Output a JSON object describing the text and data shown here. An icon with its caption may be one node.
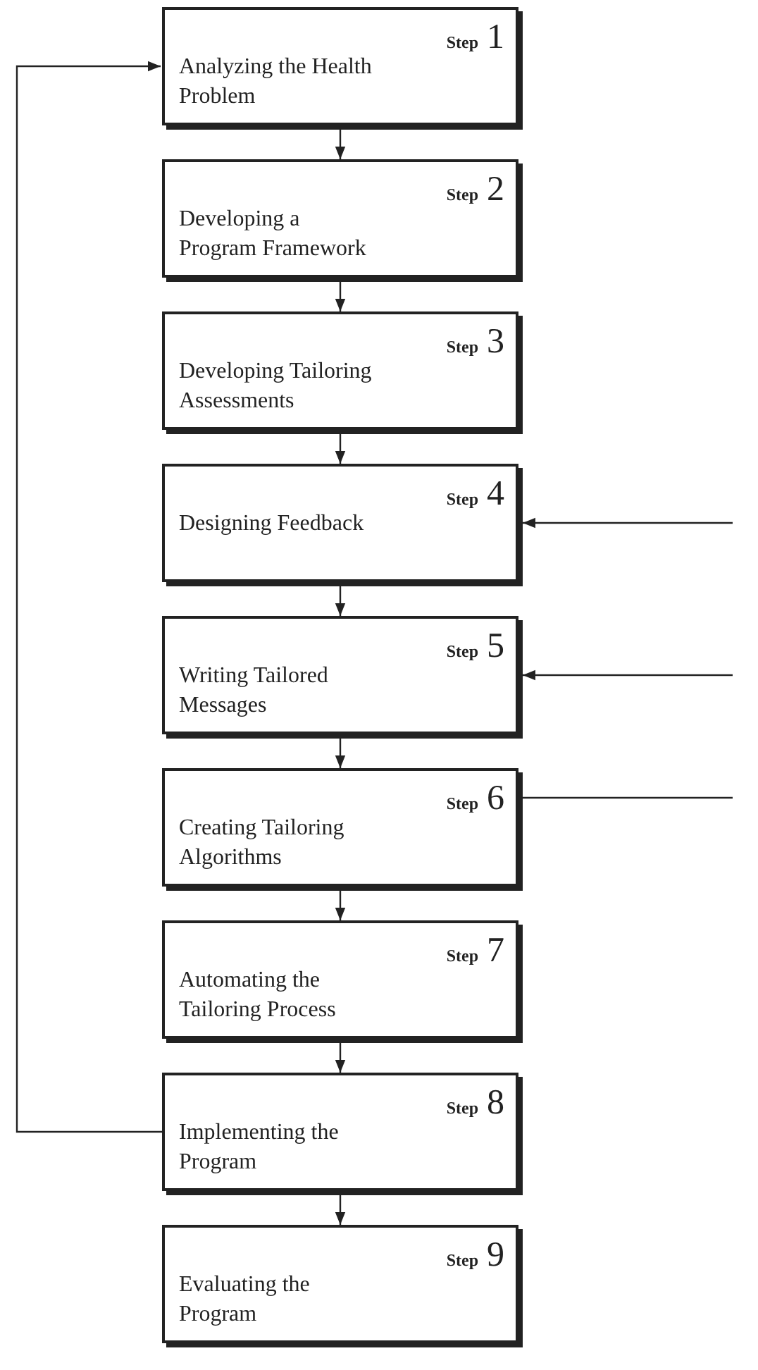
{
  "diagram": {
    "nodes": [
      {
        "text": [
          "Analyzing the Health Problem",
          "Step 1"
        ]
      },
      {
        "text": [
          "Developing a Program Framework",
          "Step 2"
        ]
      },
      {
        "text": [
          "Developing Tailoring Assessments",
          "Step 3"
        ]
      },
      {
        "text": [
          "Designing Feedback",
          "Step 4"
        ]
      },
      {
        "text": [
          "Writing Tailored Messages",
          "Step 5"
        ]
      },
      {
        "text": [
          "Creating Tailoring Algorithms",
          "Step 6"
        ]
      },
      {
        "text": [
          "Automating the Tailoring Process",
          "Step 7"
        ]
      },
      {
        "text": [
          "Implementing the Program",
          "Step 8"
        ]
      },
      {
        "text": [
          "Evaluating the Program",
          "Step 9"
        ]
      }
    ],
    "edges": [
      {
        "from": 0,
        "to": 1,
        "arrow": "to"
      },
      {
        "from": 1,
        "to": 2,
        "arrow": "to"
      },
      {
        "from": 2,
        "to": 3,
        "arrow": "to"
      },
      {
        "from": 3,
        "to": 4,
        "arrow": "to"
      },
      {
        "from": 4,
        "to": 5,
        "arrow": "to"
      },
      {
        "from": 5,
        "to": 6,
        "arrow": "to"
      },
      {
        "from": 6,
        "to": 7,
        "arrow": "to"
      },
      {
        "from": 7,
        "to": 8,
        "arrow": "to"
      },
      {
        "from": 7,
        "to": 0,
        "arrow": "to"
      },
      {
        "from": null,
        "to": 3,
        "arrow": "to"
      },
      {
        "from": null,
        "to": 4,
        "arrow": "to"
      },
      {
        "from": 5,
        "to": null,
        "arrow": "none"
      }
    ]
  }
}
